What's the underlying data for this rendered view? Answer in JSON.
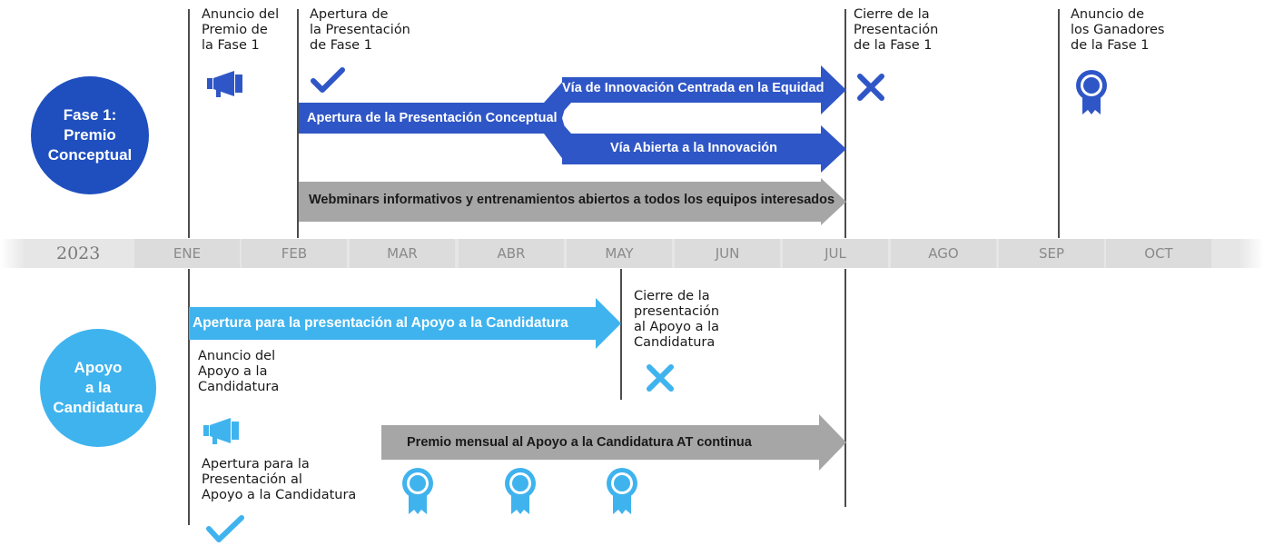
{
  "colors": {
    "dark_blue": "#2f56c6",
    "light_blue": "#3fb3ee",
    "gray_arrow": "#a6a6a6",
    "band": "#dcdcdc"
  },
  "timeline": {
    "year": "2023",
    "months": [
      "ENE",
      "FEB",
      "MAR",
      "ABR",
      "MAY",
      "JUN",
      "JUL",
      "AGO",
      "SEP",
      "OCT"
    ]
  },
  "phase1": {
    "circle_label": "Fase 1:\nPremio\nConceptual",
    "milestones": {
      "announcement": "Anuncio del\nPremio de\nla Fase 1",
      "submission_open": "Apertura de\nla Presentación\nde Fase 1",
      "close": "Cierre de la\nPresentación\nde la Fase 1",
      "winners": "Anuncio de\nlos Ganadores\nde la Fase 1"
    },
    "arrows": {
      "equity_track": "Vía de Innovación Centrada en la Equidad",
      "concept_open": "Apertura de la Presentación Conceptual",
      "open_track": "Vía Abierta a la Innovación",
      "webinars": "Webminars informativos y entrenamientos abiertos a todos los equipos interesados"
    },
    "icons": [
      "megaphone-icon",
      "checkmark-icon",
      "x-close-icon",
      "award-ribbon-icon"
    ]
  },
  "candidacy": {
    "circle_label": "Apoyo\na la\nCandidatura",
    "arrows": {
      "submission_open": "Apertura para la presentación al Apoyo a la Candidatura",
      "monthly_prize": "Premio mensual al Apoyo a la Candidatura AT continua"
    },
    "milestones": {
      "close": "Cierre de la\npresentación\nal Apoyo a la\nCandidatura",
      "announcement": "Anuncio del\nApoyo a la\nCandidatura",
      "submission_open": "Apertura para la\nPresentación al\nApoyo a la Candidatura"
    },
    "icons": [
      "megaphone-icon",
      "checkmark-icon",
      "x-close-icon",
      "award-ribbon-icon"
    ],
    "monthly_award_count": 3
  }
}
